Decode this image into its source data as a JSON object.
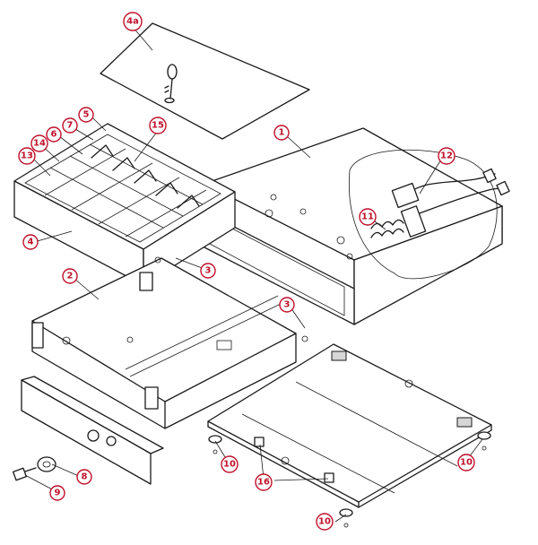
{
  "callouts": [
    {
      "id": "c-4a",
      "label": "4a"
    },
    {
      "id": "c-1",
      "label": "1"
    },
    {
      "id": "c-5",
      "label": "5"
    },
    {
      "id": "c-15",
      "label": "15"
    },
    {
      "id": "c-7",
      "label": "7"
    },
    {
      "id": "c-6",
      "label": "6"
    },
    {
      "id": "c-14",
      "label": "14"
    },
    {
      "id": "c-13",
      "label": "13"
    },
    {
      "id": "c-12",
      "label": "12"
    },
    {
      "id": "c-11",
      "label": "11"
    },
    {
      "id": "c-4",
      "label": "4"
    },
    {
      "id": "c-2",
      "label": "2"
    },
    {
      "id": "c-3a",
      "label": "3"
    },
    {
      "id": "c-3b",
      "label": "3"
    },
    {
      "id": "c-8",
      "label": "8"
    },
    {
      "id": "c-9",
      "label": "9"
    },
    {
      "id": "c-10a",
      "label": "10"
    },
    {
      "id": "c-10b",
      "label": "10"
    },
    {
      "id": "c-10c",
      "label": "10"
    },
    {
      "id": "c-16",
      "label": "16"
    }
  ]
}
